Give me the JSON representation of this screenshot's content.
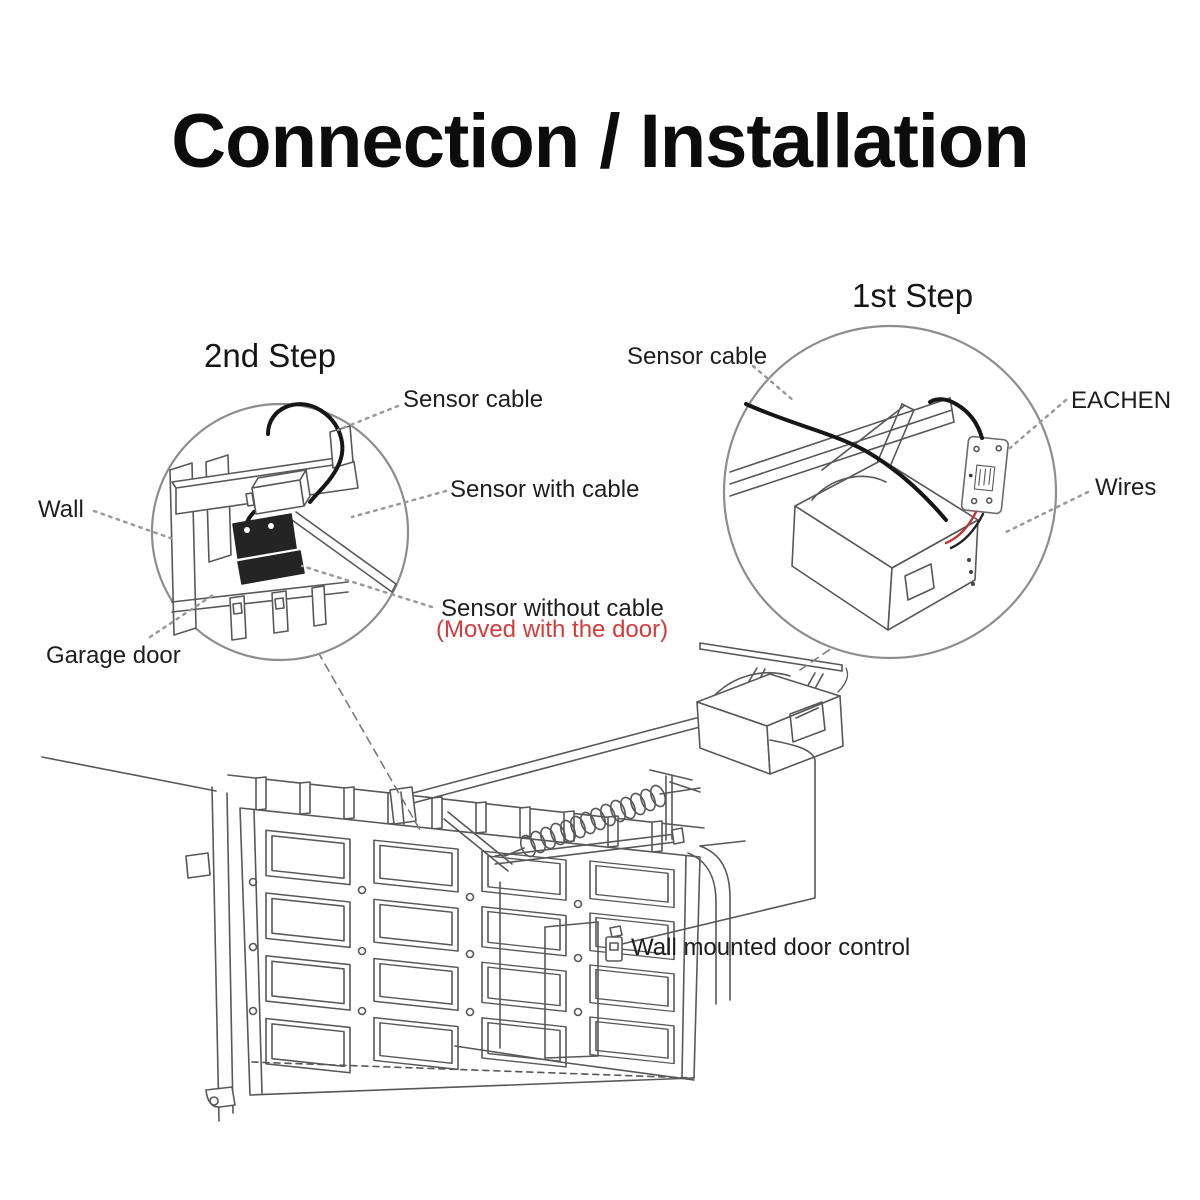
{
  "title": "Connection / Installation",
  "colors": {
    "text": "#1e1e1e",
    "line_art": "#585858",
    "circle_outline": "#8d8d8d",
    "cable_black": "#161616",
    "note_red": "#d43c3c",
    "wire_red": "#c43434"
  },
  "step2": {
    "title": "2nd Step",
    "labels": {
      "sensor_cable": "Sensor cable",
      "sensor_with_cable": "Sensor with cable",
      "sensor_without_cable": "Sensor without cable",
      "sensor_without_cable_note": "(Moved with the door)",
      "wall": "Wall",
      "garage_door": "Garage door"
    }
  },
  "step1": {
    "title": "1st Step",
    "labels": {
      "sensor_cable": "Sensor cable",
      "device": "EACHEN",
      "wires": "Wires"
    }
  },
  "scene": {
    "labels": {
      "wall_control": "Wall mounted door control"
    }
  }
}
